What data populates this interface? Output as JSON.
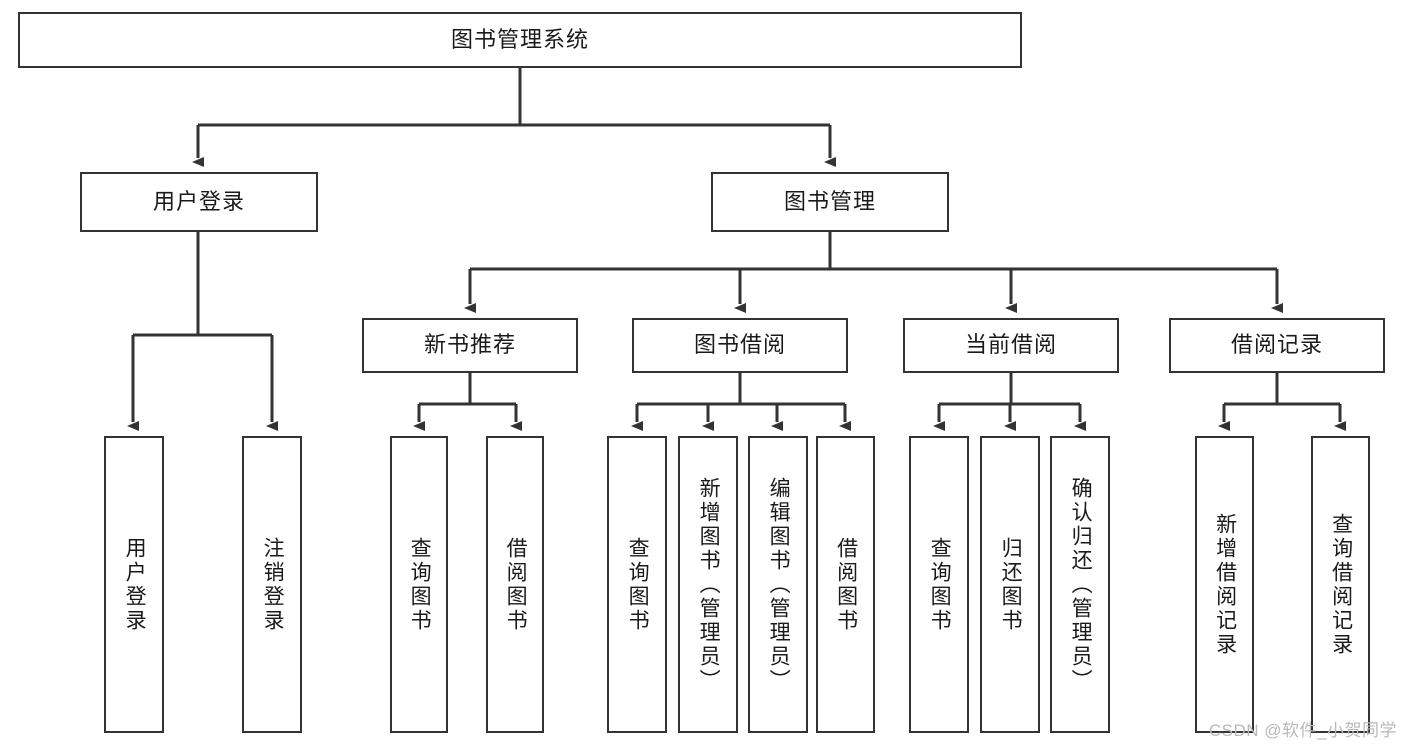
{
  "diagram": {
    "title": "图书管理系统",
    "watermark": "CSDN @软件_小贺同学",
    "colors": {
      "stroke": "#333333",
      "fill": "#ffffff",
      "text": "#1a1a1a",
      "watermark": "#b9b9b9"
    },
    "nodes": {
      "root": {
        "label": "图书管理系统"
      },
      "level2": [
        {
          "id": "user-login",
          "label": "用户登录"
        },
        {
          "id": "book-management",
          "label": "图书管理"
        }
      ],
      "level3": [
        {
          "id": "new-book-recommend",
          "label": "新书推荐"
        },
        {
          "id": "book-borrow",
          "label": "图书借阅"
        },
        {
          "id": "current-borrow",
          "label": "当前借阅"
        },
        {
          "id": "borrow-record",
          "label": "借阅记录"
        }
      ],
      "leaves": [
        {
          "id": "leaf-user-login",
          "label": "用户登录",
          "parent": "user-login"
        },
        {
          "id": "leaf-logout",
          "label": "注销登录",
          "parent": "user-login"
        },
        {
          "id": "leaf-query-book-1",
          "label": "查询图书",
          "parent": "new-book-recommend"
        },
        {
          "id": "leaf-borrow-book-1",
          "label": "借阅图书",
          "parent": "new-book-recommend"
        },
        {
          "id": "leaf-query-book-2",
          "label": "查询图书",
          "parent": "book-borrow"
        },
        {
          "id": "leaf-add-book",
          "label": "新增图书（管理员）",
          "parent": "book-borrow"
        },
        {
          "id": "leaf-edit-book",
          "label": "编辑图书（管理员）",
          "parent": "book-borrow"
        },
        {
          "id": "leaf-borrow-book-2",
          "label": "借阅图书",
          "parent": "book-borrow"
        },
        {
          "id": "leaf-query-book-3",
          "label": "查询图书",
          "parent": "current-borrow"
        },
        {
          "id": "leaf-return-book",
          "label": "归还图书",
          "parent": "current-borrow"
        },
        {
          "id": "leaf-confirm-return",
          "label": "确认归还（管理员）",
          "parent": "current-borrow"
        },
        {
          "id": "leaf-add-record",
          "label": "新增借阅记录",
          "parent": "borrow-record"
        },
        {
          "id": "leaf-query-record",
          "label": "查询借阅记录",
          "parent": "borrow-record"
        }
      ]
    }
  }
}
